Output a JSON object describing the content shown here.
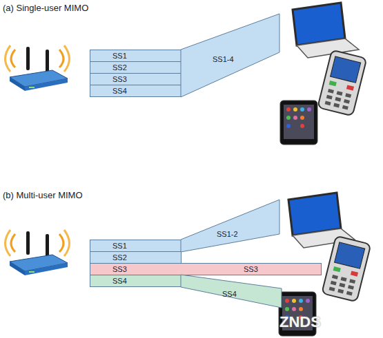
{
  "diagram": {
    "nodes": [
      {
        "text": [
          "SS1"
        ]
      },
      {
        "text": [
          "SS2"
        ]
      },
      {
        "text": [
          "SS3"
        ]
      },
      {
        "text": [
          "SS4"
        ]
      },
      {
        "text": [
          "SS1-4"
        ]
      },
      {
        "text": [
          "SS1"
        ]
      },
      {
        "text": [
          "SS2"
        ]
      },
      {
        "text": [
          "SS3",
          "SS3"
        ]
      },
      {
        "text": [
          "SS4"
        ]
      },
      {
        "text": [
          "SS1-2"
        ]
      },
      {
        "text": [
          "SS4"
        ]
      }
    ],
    "labels": [
      "(a) Single-user MIMO",
      "(b) Multi-user MIMO",
      "ZNDS"
    ]
  }
}
